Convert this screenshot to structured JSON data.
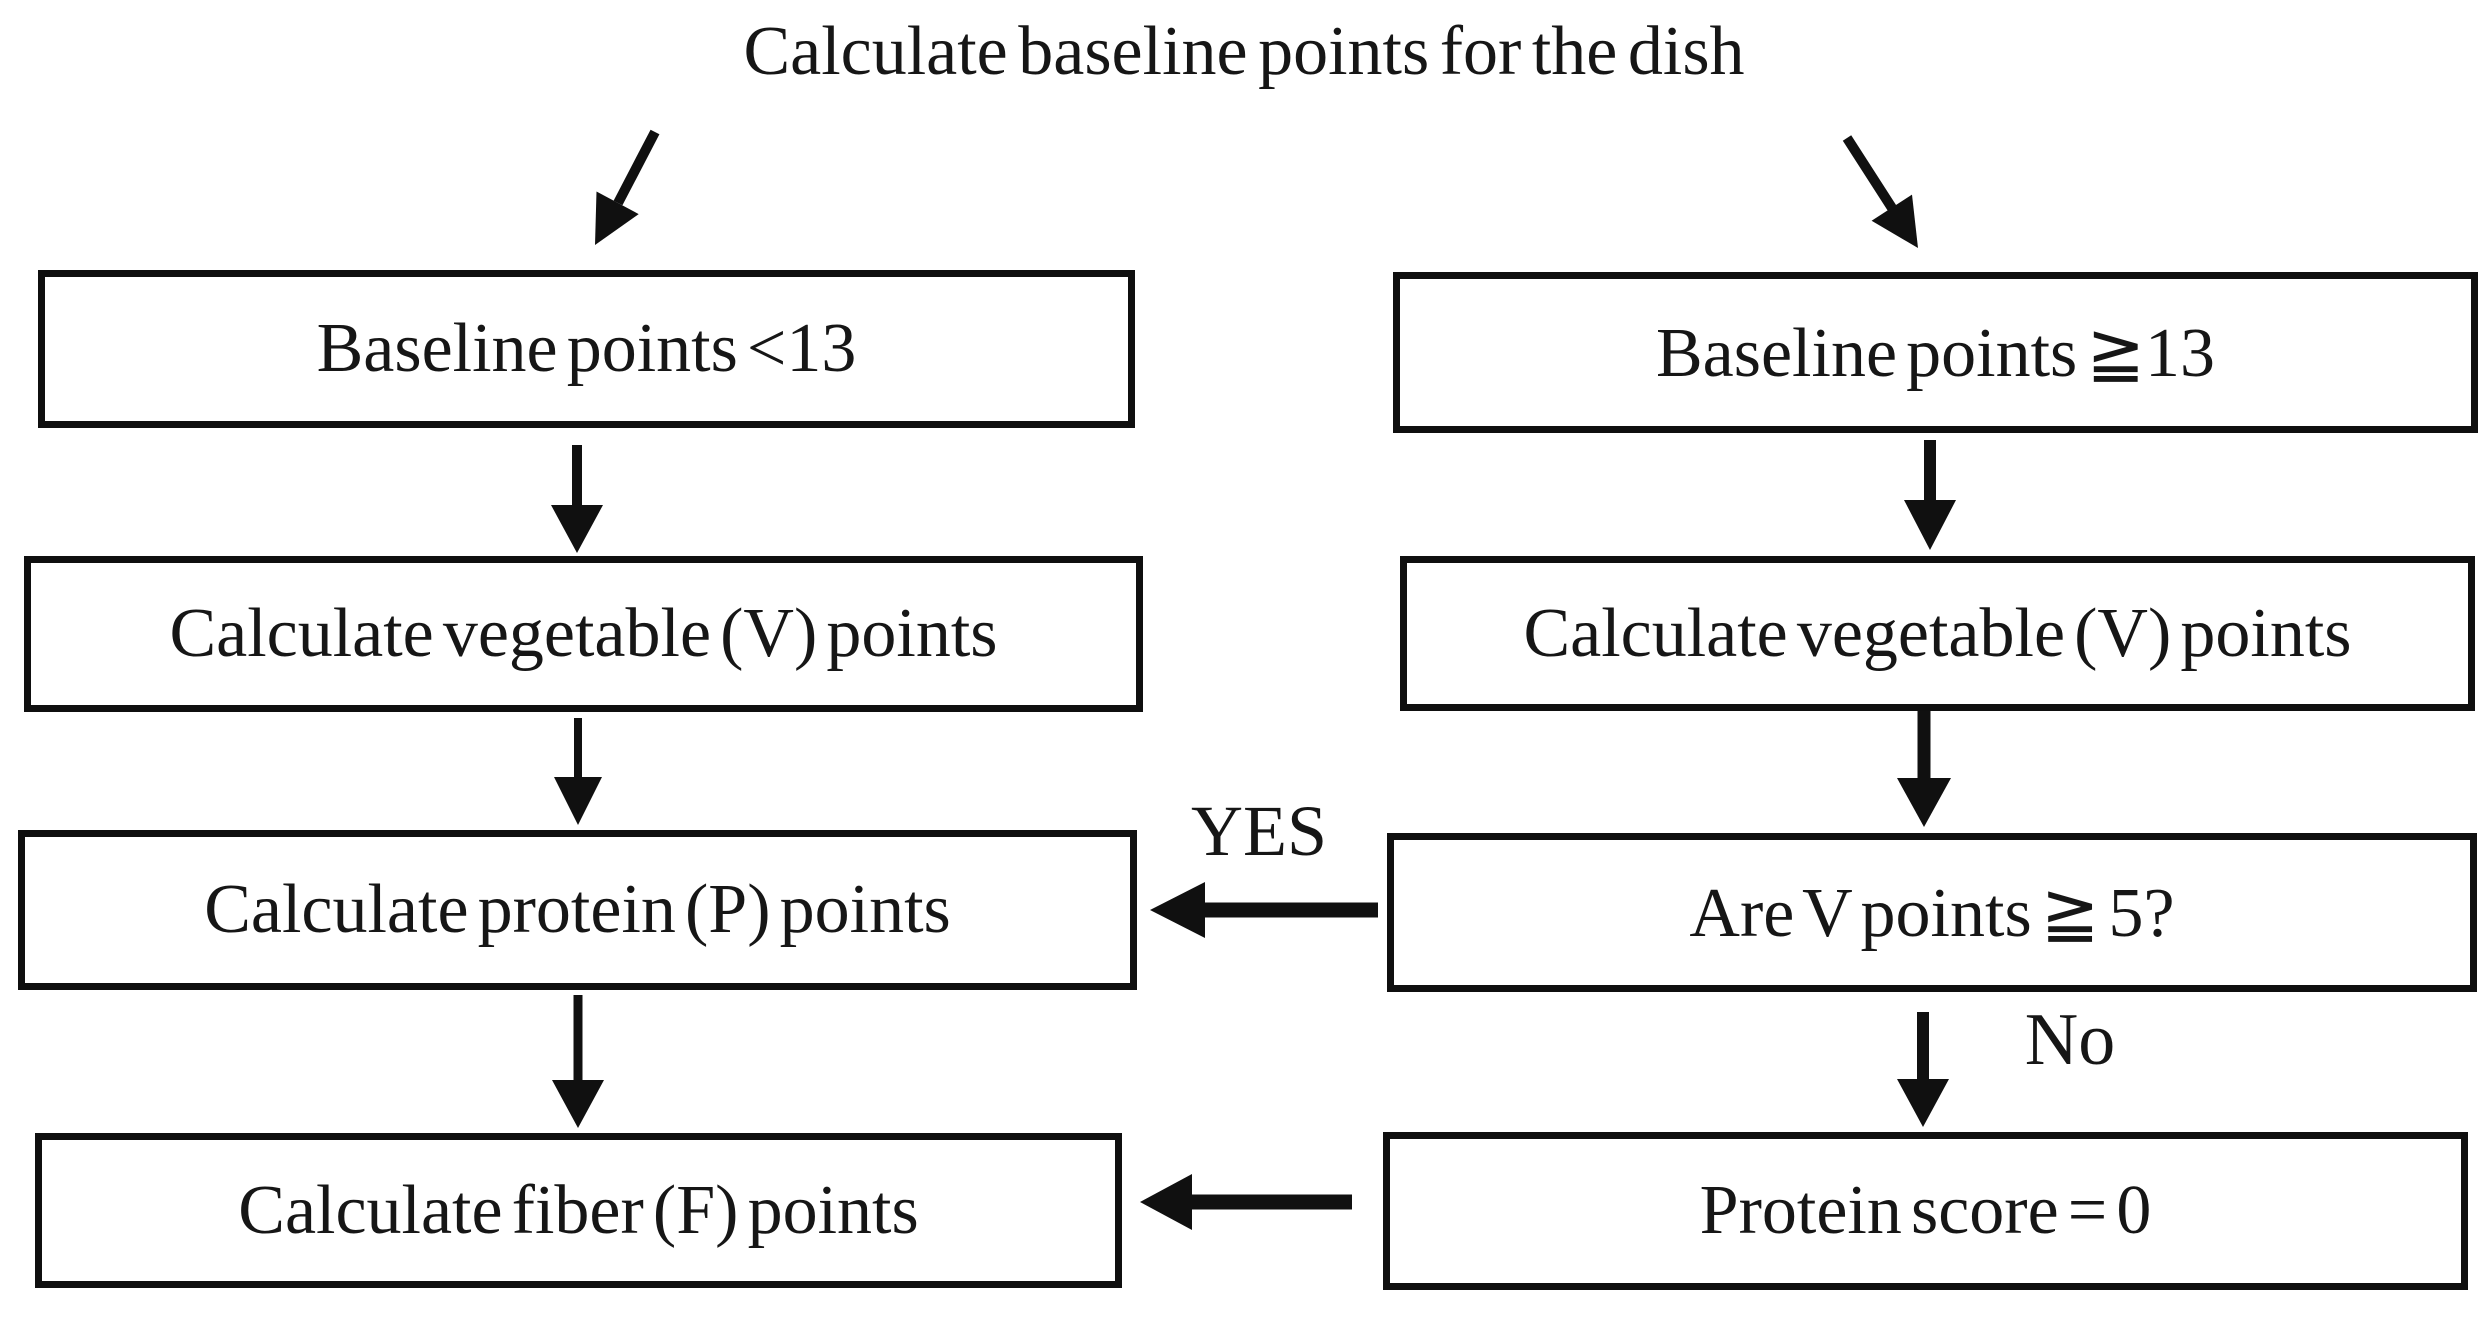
{
  "flowchart": {
    "title": "Calculate baseline points for the dish",
    "left_branch": {
      "nodes": [
        "Baseline points <13",
        "Calculate vegetable (V) points",
        "Calculate protein (P) points",
        "Calculate fiber (F) points"
      ]
    },
    "right_branch": {
      "nodes": [
        "Baseline points ≧13",
        "Calculate vegetable (V) points",
        "Are V points ≧ 5?",
        "Protein score = 0"
      ]
    },
    "edge_labels": {
      "yes": "YES",
      "no": "No"
    },
    "colors": {
      "ink": "#101010",
      "background": "#ffffff"
    }
  }
}
